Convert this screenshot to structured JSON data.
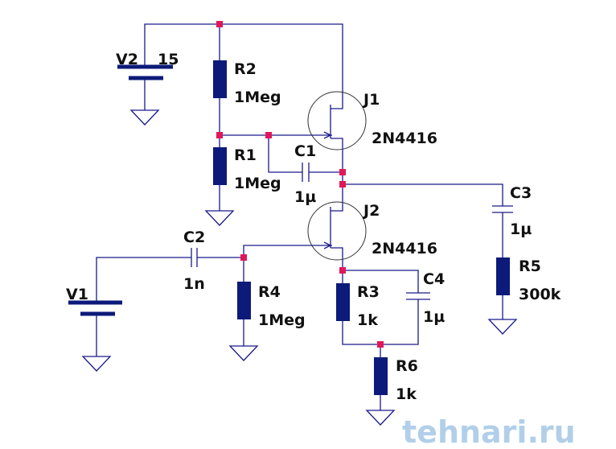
{
  "components": {
    "V2": {
      "name": "V2",
      "value": "15"
    },
    "V1": {
      "name": "V1"
    },
    "R1": {
      "name": "R1",
      "value": "1Meg"
    },
    "R2": {
      "name": "R2",
      "value": "1Meg"
    },
    "R3": {
      "name": "R3",
      "value": "1k"
    },
    "R4": {
      "name": "R4",
      "value": "1Meg"
    },
    "R5": {
      "name": "R5",
      "value": "300k"
    },
    "R6": {
      "name": "R6",
      "value": "1k"
    },
    "C1": {
      "name": "C1",
      "value": "1µ"
    },
    "C2": {
      "name": "C2",
      "value": "1n"
    },
    "C3": {
      "name": "C3",
      "value": "1µ"
    },
    "C4": {
      "name": "C4",
      "value": "1µ"
    },
    "J1": {
      "name": "J1",
      "model": "2N4416"
    },
    "J2": {
      "name": "J2",
      "model": "2N4416"
    }
  },
  "watermark": "tehnari.ru",
  "colors": {
    "wire": "#1a1a8c",
    "component": "#0c1a7a",
    "junction": "#e0185a"
  }
}
